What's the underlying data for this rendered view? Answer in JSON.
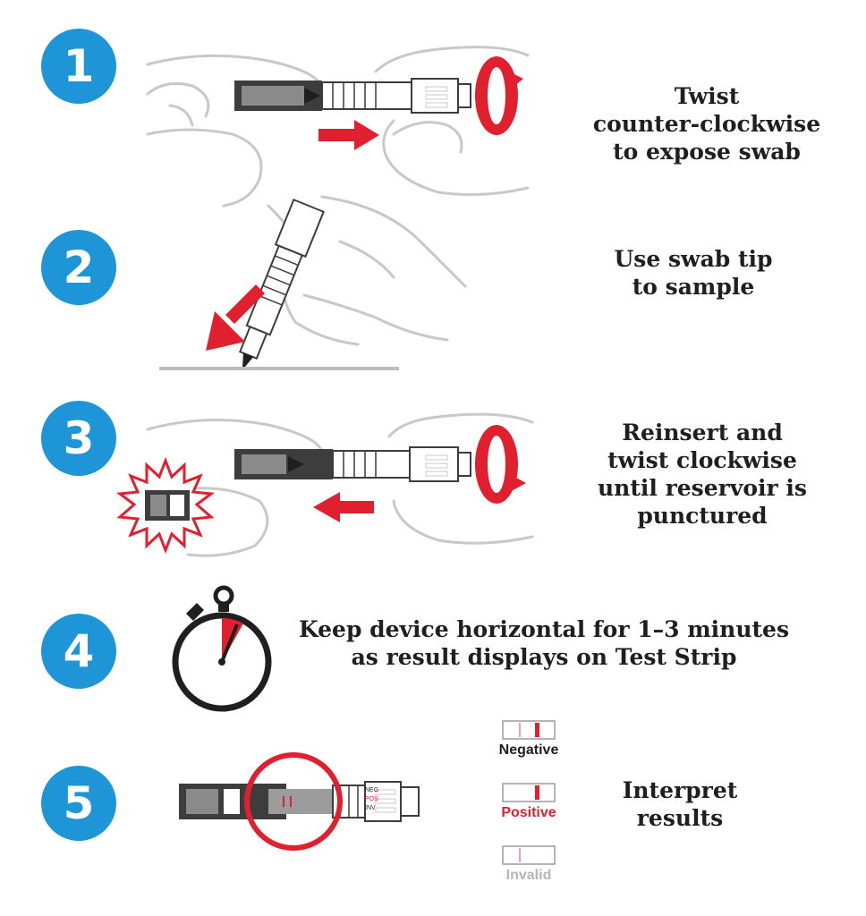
{
  "colors": {
    "badge": "#1e95d6",
    "accent_red": "#e0202f",
    "line_gray": "#c8c8c8",
    "device_dark": "#3d3d3d",
    "positive_text": "#d9232e",
    "invalid_text": "#b5b5b5"
  },
  "steps": [
    {
      "number": "1",
      "lines": [
        "Twist",
        "counter-clockwise",
        "to expose swab"
      ]
    },
    {
      "number": "2",
      "lines": [
        "Use swab tip",
        "to sample"
      ]
    },
    {
      "number": "3",
      "lines": [
        "Reinsert and",
        "twist clockwise",
        "until reservoir is",
        "punctured"
      ]
    },
    {
      "number": "4",
      "lines": [
        "Keep device horizontal for 1–3 minutes",
        "as result displays on Test Strip"
      ]
    },
    {
      "number": "5",
      "lines": [
        "Interpret",
        "results"
      ]
    }
  ],
  "device_labels": {
    "neg": "NEG",
    "pos": "POS",
    "inv": "INV"
  },
  "results": [
    {
      "label": "Negative",
      "color": "#1f1f1f"
    },
    {
      "label": "Positive",
      "color": "#d9232e"
    },
    {
      "label": "Invalid",
      "color": "#b5b5b5"
    }
  ],
  "icons": [
    "twist-arrow-icon",
    "right-arrow-icon",
    "left-arrow-icon",
    "diagonal-arrow-icon",
    "stopwatch-icon",
    "burst-icon",
    "magnify-circle-icon"
  ]
}
